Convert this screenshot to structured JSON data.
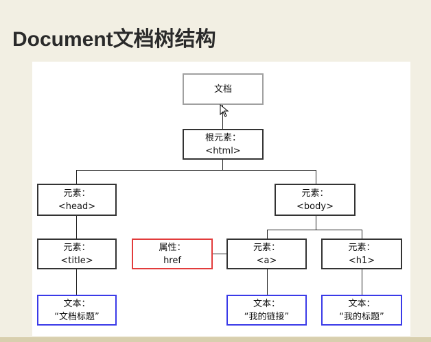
{
  "slide": {
    "title": "Document文档树结构"
  },
  "tree": {
    "document": {
      "text": "文档"
    },
    "html": {
      "label": "根元素：",
      "tag": "<html>"
    },
    "head": {
      "label": "元素：",
      "tag": "<head>"
    },
    "body": {
      "label": "元素：",
      "tag": "<body>"
    },
    "title": {
      "label": "元素：",
      "tag": "<title>"
    },
    "href": {
      "label": "属性：",
      "tag": "href"
    },
    "a": {
      "label": "元素：",
      "tag": "<a>"
    },
    "h1": {
      "label": "元素：",
      "tag": "<h1>"
    },
    "text_title": {
      "label": "文本：",
      "value": "“文档标题”"
    },
    "text_a": {
      "label": "文本：",
      "value": "“我的链接”"
    },
    "text_h1": {
      "label": "文本：",
      "value": "“我的标题”"
    }
  },
  "colors": {
    "attribute_border": "#e23b3b",
    "text_border": "#3a3ae8",
    "document_border": "#a0a0a0"
  }
}
